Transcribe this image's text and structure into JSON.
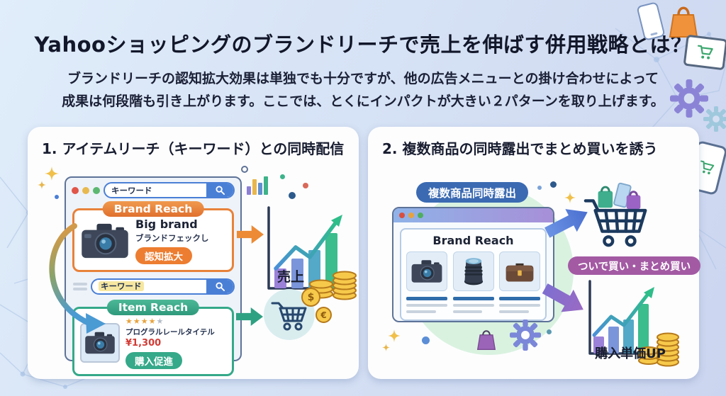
{
  "header": {
    "title": "Yahooショッピングのブランドリーチで売上を伸ばす併用戦略とは？",
    "subtitle_lines": [
      "ブランドリーチの認知拡大効果は単独でも十分ですが、他の広告メニューとの掛け合わせによって",
      "成果は何段階も引き上がります。ここでは、とくにインパクトが大きい２パターンを取り上げます。"
    ]
  },
  "panel1": {
    "title": "1. アイテムリーチ（キーワード）との同時配信",
    "browser": {
      "search_top": {
        "keyword": "キーワード"
      },
      "brand_block": {
        "badge": "Brand Reach",
        "name": "Big brand",
        "subtitle": "ブランドフェックし",
        "effect": "認知拡大"
      },
      "search_mid": {
        "keyword": "キーワード"
      },
      "item_block": {
        "badge": "Item Reach",
        "stars_filled": "★★★★",
        "stars_empty": "★",
        "product_title": "プログラルレールタイテル",
        "price": "¥1,300",
        "effect": "購入促進"
      }
    },
    "outcome_sales_label": "売上"
  },
  "panel2": {
    "title": "2. 複数商品の同時露出でまとめ買いを誘う",
    "exposure_badge": "複数商品同時露出",
    "browser": {
      "heading": "Brand Reach",
      "products": [
        "camera",
        "lens",
        "briefcase"
      ]
    },
    "cross_sell_badge": "ついで買い・まとめ買い",
    "outcome_label": "購入単価UP"
  },
  "decor": {
    "coin_symbols": {
      "dollar": "$",
      "euro": "€"
    }
  },
  "icons": {
    "search": "magnifier",
    "cart": "shopping-cart",
    "coins": "gold-coin-stack",
    "camera": "dslr-camera",
    "lens": "camera-lens",
    "briefcase": "briefcase",
    "gear": "gear",
    "sparkle": "sparkle",
    "smartphone": "smartphone",
    "tablet": "tablet-with-cart",
    "shopping_bag": "shopping-bag",
    "growth_chart": "rising-bar-chart-with-arrow"
  },
  "colors": {
    "orange": "#e8823a",
    "teal": "#2fa183",
    "blue": "#4a7fd6",
    "navy_badge": "#3b6ab2",
    "purple_badge": "#a35aa3",
    "price_red": "#d23b35",
    "coin_gold": "#f7c94b",
    "bg_top_left": "#e0edfa",
    "bg_bottom_right": "#ccd5ef"
  }
}
